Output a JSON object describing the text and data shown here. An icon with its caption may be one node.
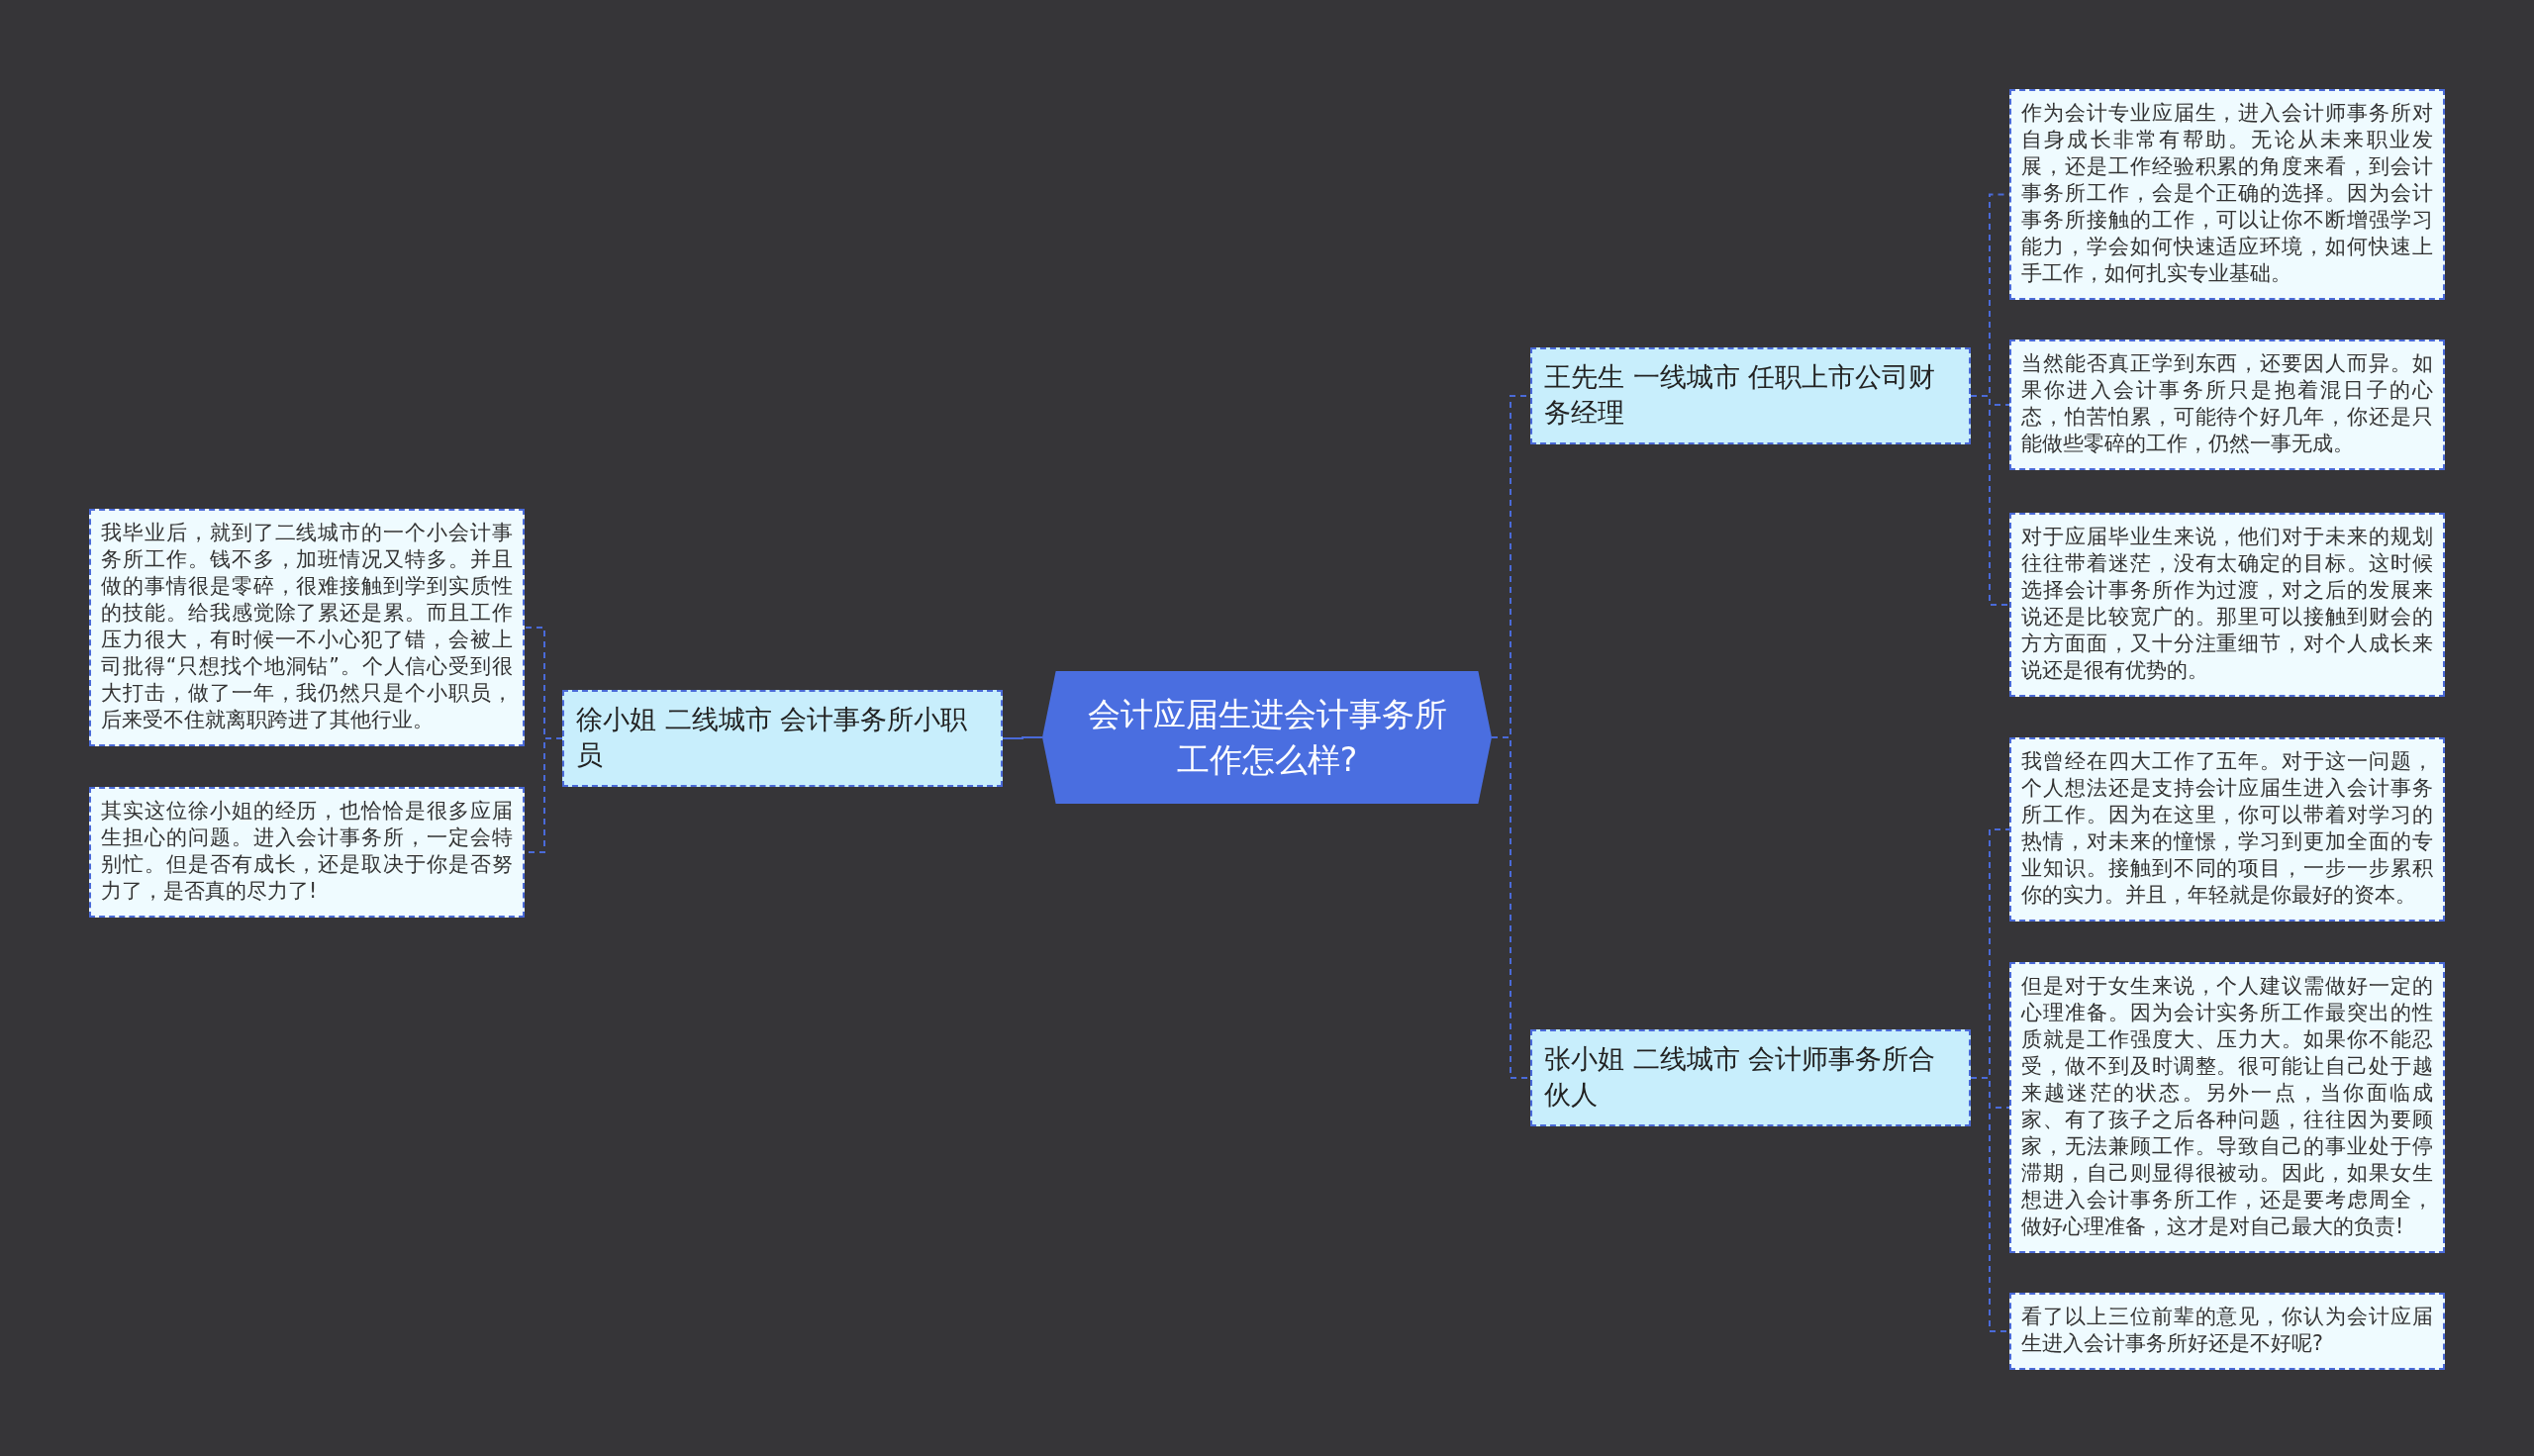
{
  "diagram": {
    "nodes": [
      {
        "text": [
          "会计应届生进会计事务所工作怎么样?"
        ]
      },
      {
        "text": [
          "徐小姐 二线城市 会计事务所小职员"
        ]
      },
      {
        "text": [
          "我毕业后，就到了二线城市的一个小会计事务所工作。钱不多，加班情况又特多。并且做的事情很是零碎，很难接触到学到实质性的技能。给我感觉除了累还是累。而且工作压力很大，有时候一不小心犯了错，会被上司批得“只想找个地洞钻”。个人信心受到很大打击，做了一年，我仍然只是个小职员，后来受不住就离职跨进了其他行业。"
        ]
      },
      {
        "text": [
          "其实这位徐小姐的经历，也恰恰是很多应届生担心的问题。进入会计事务所，一定会特别忙。但是否有成长，还是取决于你是否努力了，是否真的尽力了!"
        ]
      },
      {
        "text": [
          "王先生 一线城市 任职上市公司财务经理"
        ]
      },
      {
        "text": [
          "作为会计专业应届生，进入会计师事务所对自身成长非常有帮助。无论从未来职业发展，还是工作经验积累的角度来看，到会计事务所工作，会是个正确的选择。因为会计事务所接触的工作，可以让你不断增强学习能力，学会如何快速适应环境，如何快速上手工作，如何扎实专业基础。"
        ]
      },
      {
        "text": [
          "当然能否真正学到东西，还要因人而异。如果你进入会计事务所只是抱着混日子的心态，怕苦怕累，可能待个好几年，你还是只能做些零碎的工作，仍然一事无成。"
        ]
      },
      {
        "text": [
          "对于应届毕业生来说，他们对于未来的规划往往带着迷茫，没有太确定的目标。这时候选择会计事务所作为过渡，对之后的发展来说还是比较宽广的。那里可以接触到财会的方方面面，又十分注重细节，对个人成长来说还是很有优势的。"
        ]
      },
      {
        "text": [
          "张小姐 二线城市 会计师事务所合伙人"
        ]
      },
      {
        "text": [
          "我曾经在四大工作了五年。对于这一问题，个人想法还是支持会计应届生进入会计事务所工作。因为在这里，你可以带着对学习的热情，对未来的憧憬，学习到更加全面的专业知识。接触到不同的项目，一步一步累积你的实力。并且，年轻就是你最好的资本。"
        ]
      },
      {
        "text": [
          "但是对于女生来说，个人建议需做好一定的心理准备。因为会计实务所工作最突出的性质就是工作强度大、压力大。如果你不能忍受，做不到及时调整。很可能让自己处于越来越迷茫的状态。另外一点，当你面临成家、有了孩子之后各种问题，往往因为要顾家，无法兼顾工作。导致自己的事业处于停滞期，自己则显得很被动。因此，如果女生想进入会计事务所工作，还是要考虑周全，做好心理准备，这才是对自己最大的负责!"
        ]
      },
      {
        "text": [
          "看了以上三位前辈的意见，你认为会计应届生进入会计事务所好还是不好呢?"
        ]
      }
    ],
    "edges": [
      {
        "from": 0,
        "to": 1,
        "arrow": "none"
      },
      {
        "from": 1,
        "to": 2,
        "arrow": "none",
        "style": "dashed"
      },
      {
        "from": 1,
        "to": 3,
        "arrow": "none",
        "style": "dashed"
      },
      {
        "from": 0,
        "to": 4,
        "arrow": "none",
        "style": "dashed"
      },
      {
        "from": 4,
        "to": 5,
        "arrow": "none",
        "style": "dashed"
      },
      {
        "from": 4,
        "to": 6,
        "arrow": "none",
        "style": "dashed"
      },
      {
        "from": 4,
        "to": 7,
        "arrow": "none",
        "style": "dashed"
      },
      {
        "from": 0,
        "to": 8,
        "arrow": "none",
        "style": "dashed"
      },
      {
        "from": 8,
        "to": 9,
        "arrow": "none",
        "style": "dashed"
      },
      {
        "from": 8,
        "to": 10,
        "arrow": "none",
        "style": "dashed"
      },
      {
        "from": 8,
        "to": 11,
        "arrow": "none",
        "style": "dashed"
      }
    ]
  }
}
